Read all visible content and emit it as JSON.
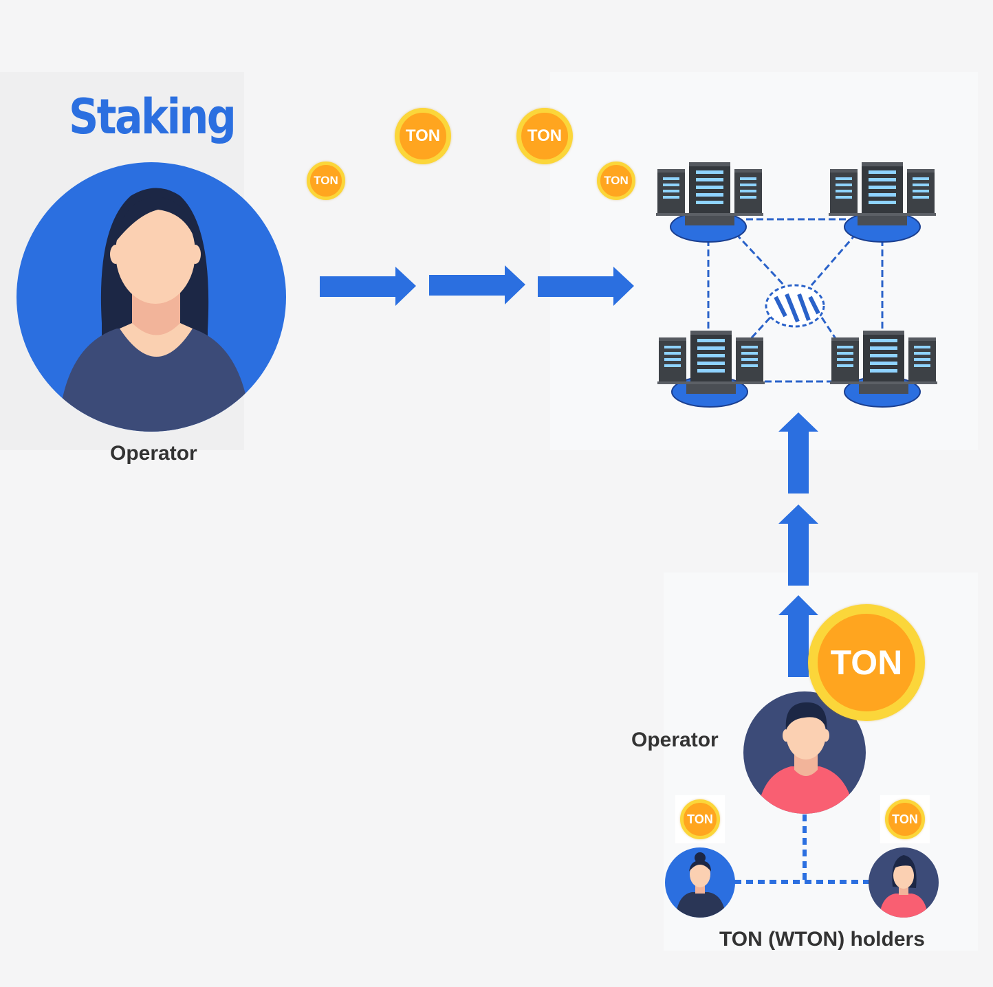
{
  "title": "Staking",
  "operator_left": {
    "label": "Operator"
  },
  "operator_right": {
    "label": "Operator"
  },
  "holders": {
    "label": "TON (WTON) holders"
  },
  "coin_label": "TON",
  "colors": {
    "accent_blue": "#2b6fe0",
    "coin_orange": "#ffa51f",
    "coin_rim": "#fbd63a",
    "server_dark": "#3d4146",
    "server_light": "#8fd3ff",
    "chain_blue": "#2a62c9"
  }
}
